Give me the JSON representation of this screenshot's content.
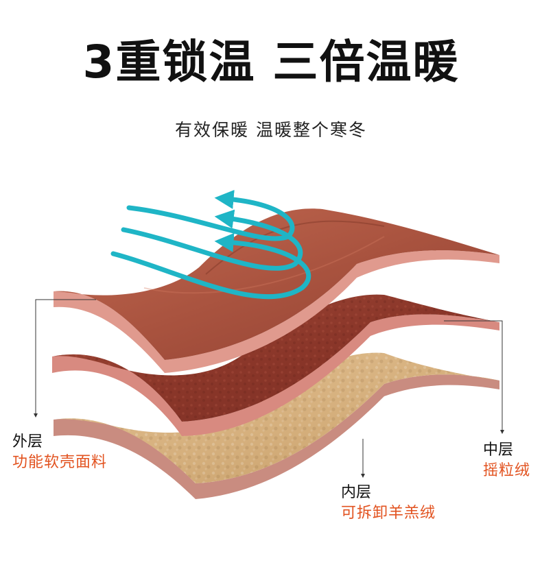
{
  "header": {
    "title": "3重锁温 三倍温暖",
    "subtitle": "有效保暖 温暖整个寒冬"
  },
  "layers": {
    "outer": {
      "name": "外层",
      "desc": "功能软壳面料"
    },
    "middle": {
      "name": "中层",
      "desc": "摇粒绒"
    },
    "inner": {
      "name": "内层",
      "desc": "可拆卸羊羔绒"
    }
  },
  "colors": {
    "shell": "#a85440",
    "fleece": "#8e3a2e",
    "lamb": "#d8b584",
    "edge": "#d88a80",
    "arrow": "#1fb5c6",
    "accent": "#e2521f"
  }
}
